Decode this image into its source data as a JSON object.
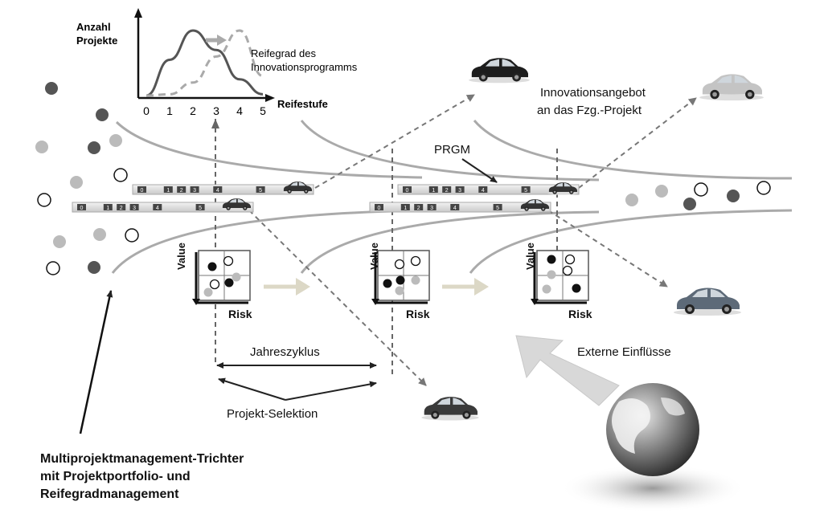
{
  "inset_chart": {
    "ylabel_line1": "Anzahl",
    "ylabel_line2": "Projekte",
    "xlabel": "Reifestufe",
    "ticks": [
      "0",
      "1",
      "2",
      "3",
      "4",
      "5"
    ],
    "annotation_line1": "Reifegrad des",
    "annotation_line2": "Innovationsprogramms"
  },
  "chart_data": {
    "type": "line",
    "x": [
      0,
      1,
      2,
      3,
      4,
      5
    ],
    "xlabel": "Reifestufe",
    "ylabel": "Anzahl Projekte",
    "series": [
      {
        "style": "solid",
        "color": "#555555",
        "values": [
          0,
          0.55,
          1.0,
          0.7,
          0.25,
          0.02
        ]
      },
      {
        "style": "dashed",
        "color": "#aaaaaa",
        "values": [
          0,
          0.02,
          0.2,
          0.6,
          1.0,
          0.3
        ]
      }
    ]
  },
  "labels": {
    "innovation_offer_line1": "Innovationsangebot",
    "innovation_offer_line2": "an das Fzg.-Projekt",
    "prgm": "PRGM",
    "value": "Value",
    "risk": "Risk",
    "annual_cycle": "Jahreszyklus",
    "project_selection": "Projekt-Selektion",
    "external_influences": "Externe Einflüsse",
    "caption_line1": "Multiprojektmanagement-Trichter",
    "caption_line2": "mit Projektportfolio- und",
    "caption_line3": "Reifegradmanagement"
  },
  "stage_bars": {
    "upper": [
      "0",
      "1",
      "2",
      "3",
      "4",
      "5"
    ],
    "lower": [
      "0",
      "1",
      "2",
      "3",
      "4",
      "5"
    ]
  },
  "colors": {
    "dark": "#555555",
    "light_gray": "#bbbbbb",
    "funnel": "#aaaaaa",
    "beige_arrow": "#dcd8c6",
    "big_arrow": "#d8d8d8"
  }
}
